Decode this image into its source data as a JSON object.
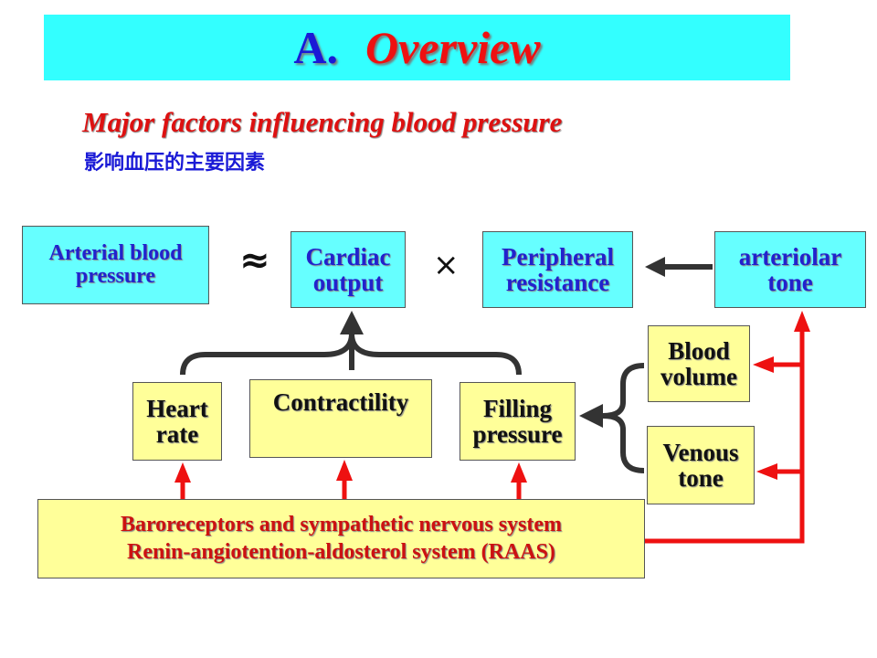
{
  "header": {
    "title_letter": "A.",
    "title_word": "Overview"
  },
  "subtitle": {
    "english": "Major factors influencing blood pressure",
    "chinese": "影响血压的主要因素"
  },
  "diagram": {
    "arterial_bp": [
      "Arterial blood",
      "pressure"
    ],
    "approx_symbol": "≈",
    "cardiac_output": [
      "Cardiac",
      "output"
    ],
    "times_symbol": "×",
    "peripheral_resistance": [
      "Peripheral",
      "resistance"
    ],
    "arteriolar_tone": [
      "arteriolar",
      "tone"
    ],
    "heart_rate": [
      "Heart",
      "rate"
    ],
    "contractility": "Contractility",
    "filling_pressure": [
      "Filling",
      "pressure"
    ],
    "blood_volume": [
      "Blood",
      "volume"
    ],
    "venous_tone": [
      "Venous",
      "tone"
    ],
    "regulators": [
      "Baroreceptors and sympathetic nervous system",
      "Renin-angiotention-aldosterol system (RAAS)"
    ]
  },
  "colors": {
    "banner": "#33ffff",
    "cyan_box": "#66ffff",
    "yellow_box": "#ffff99",
    "title_blue": "#1a1ad6",
    "title_red": "#ee1111",
    "arrow_dark": "#333333",
    "arrow_red": "#ee1111"
  }
}
